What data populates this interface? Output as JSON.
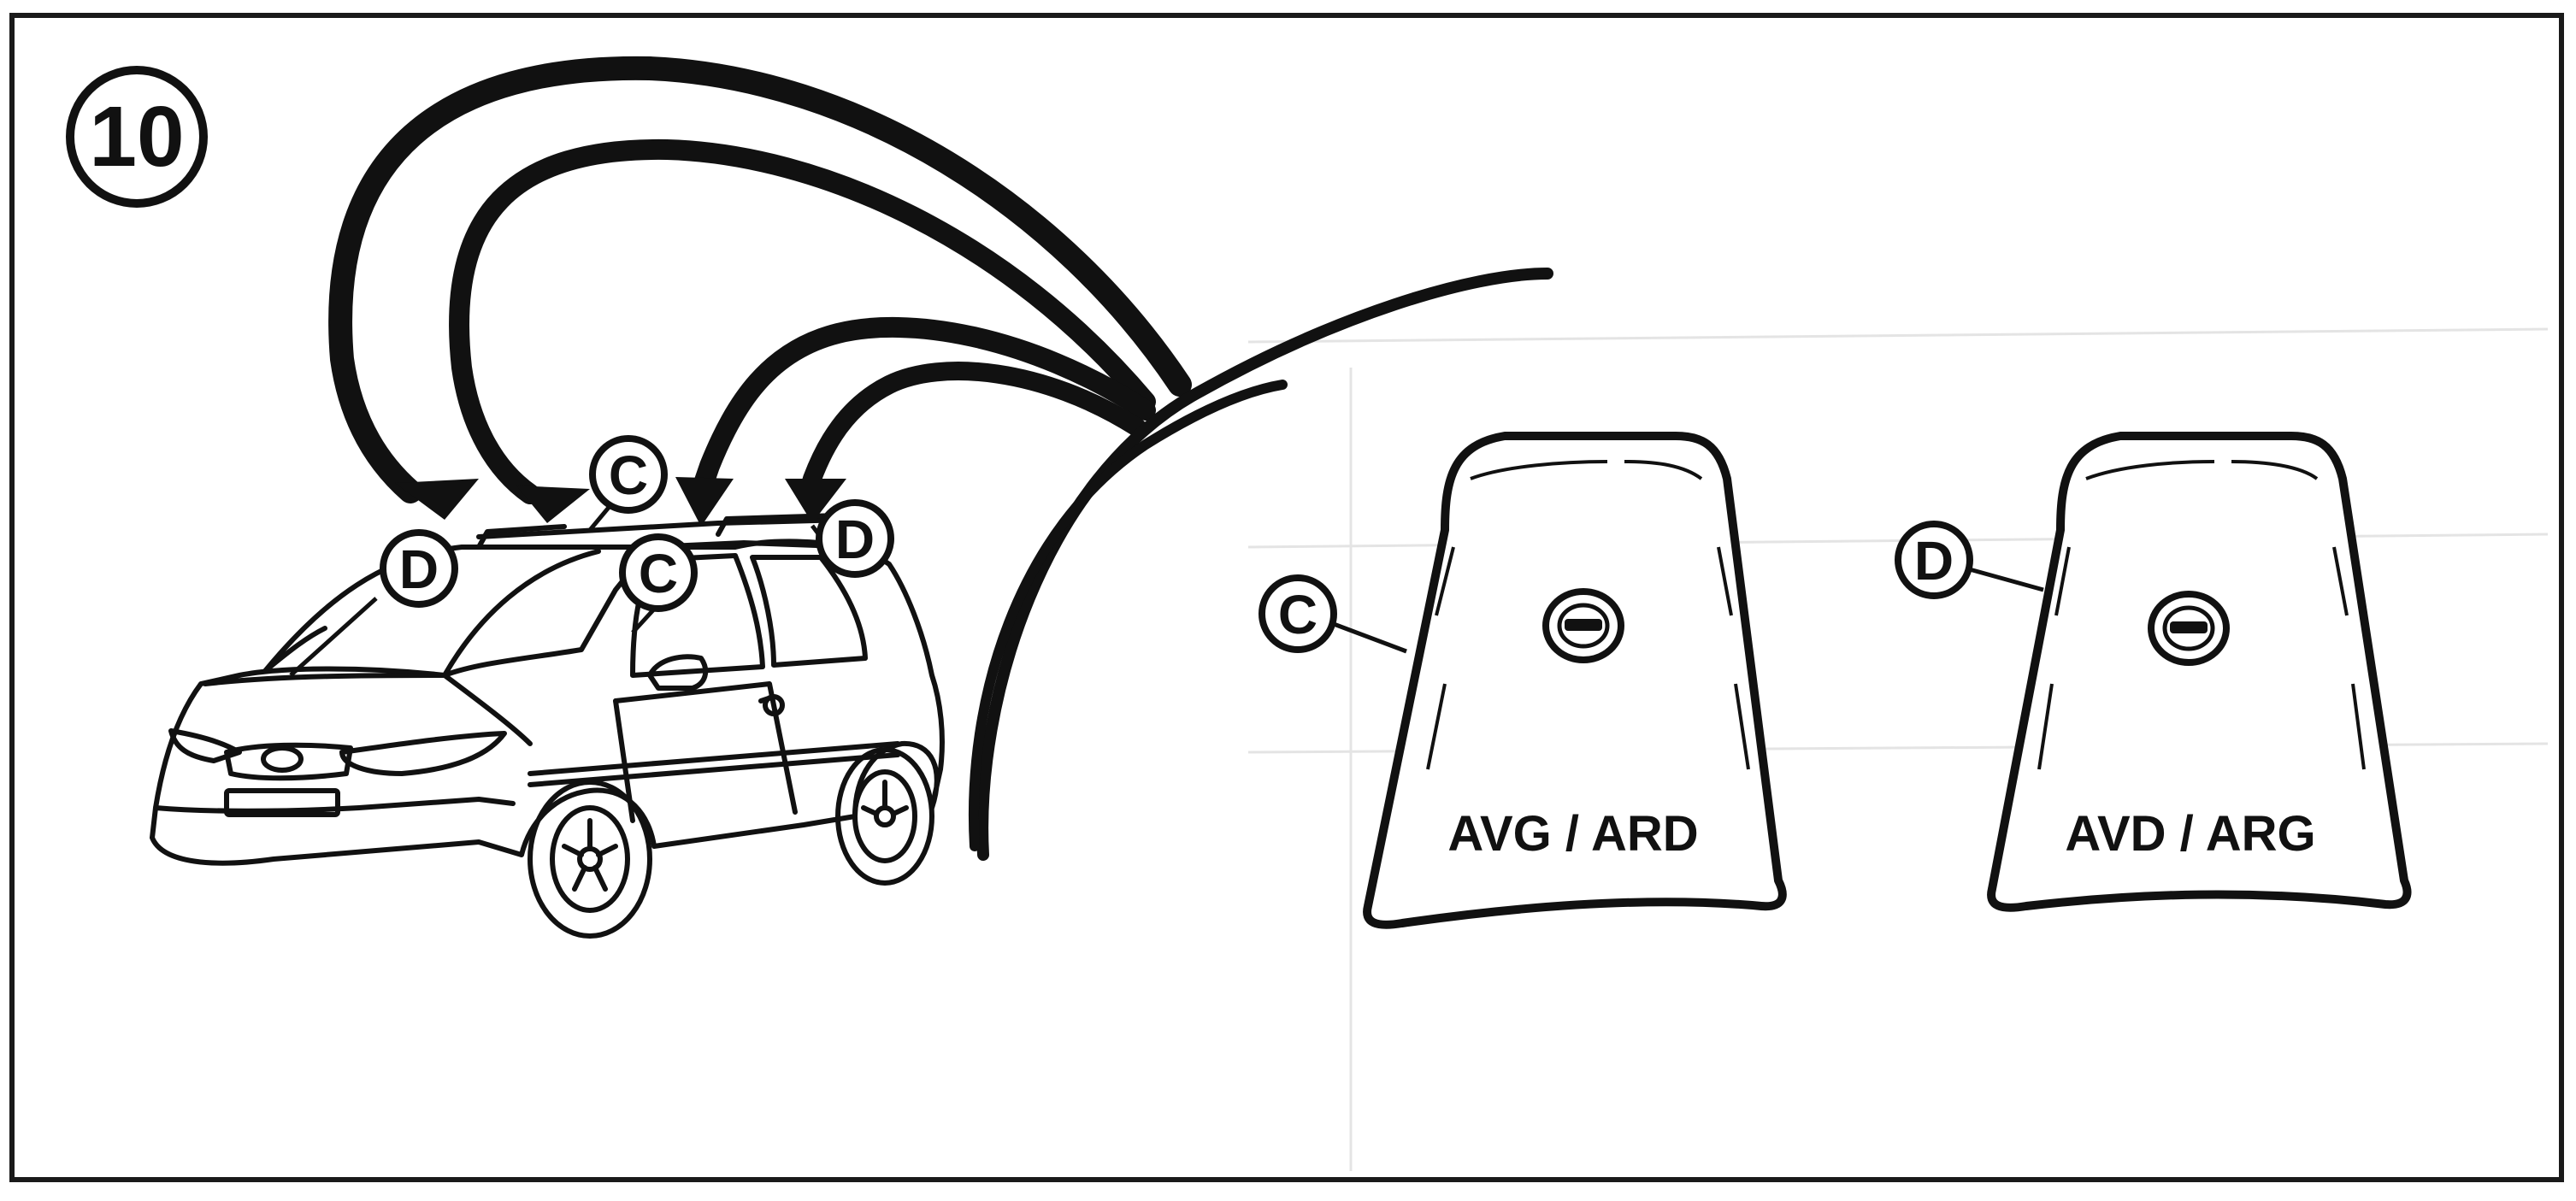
{
  "figure": {
    "step_number": "10"
  },
  "callouts": {
    "car_front_left": "D",
    "car_top_center": "C",
    "car_roof_mid": "C",
    "car_rear_right": "D",
    "foot_c_label": "C",
    "foot_d_label": "D"
  },
  "feet": {
    "left_caption": "AVG / ARD",
    "right_caption": "AVD / ARG"
  },
  "colors": {
    "ink": "#111111",
    "paper": "#ffffff",
    "frame": "#1a1a1a",
    "faint_line": "#e4e4e4"
  }
}
